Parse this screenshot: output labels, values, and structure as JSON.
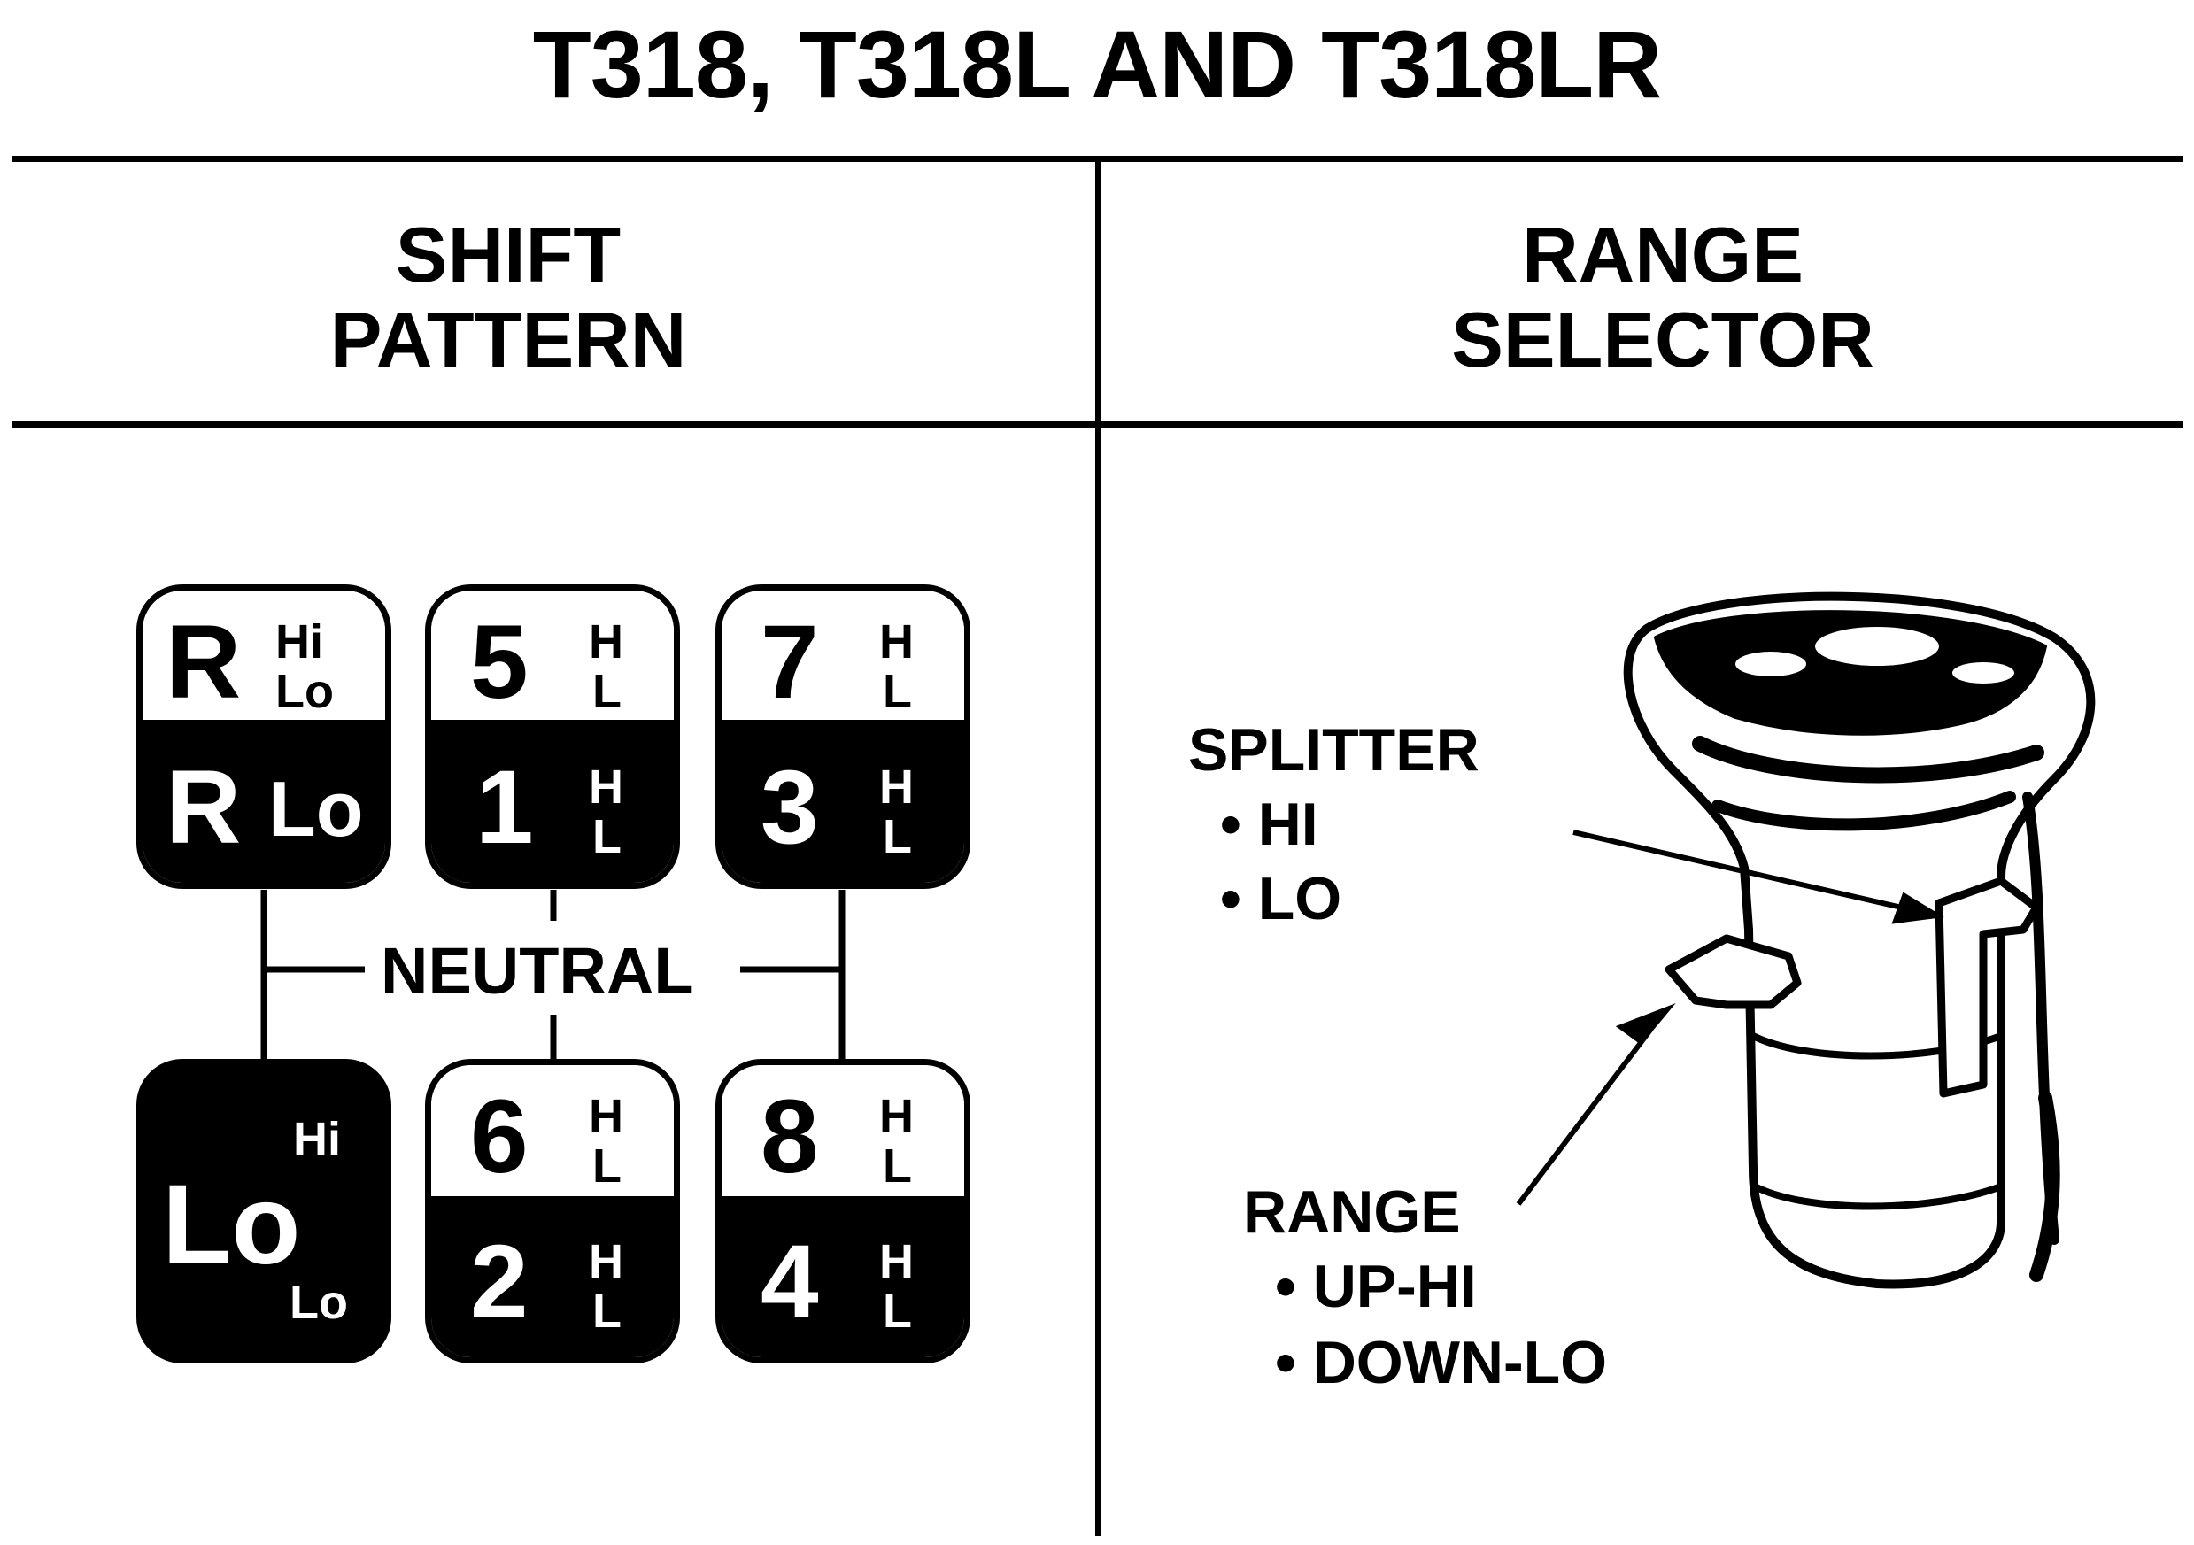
{
  "title": "T318, T318L AND T318LR",
  "left_header": [
    "SHIFT",
    "PATTERN"
  ],
  "right_header": [
    "RANGE",
    "SELECTOR"
  ],
  "shift_pattern": {
    "neutral_label": "NEUTRAL",
    "gate_R": {
      "top_big": "R",
      "top_hi": "Hi",
      "top_lo": "Lo",
      "bot_big": "R",
      "bot_small": "Lo"
    },
    "gate_5_1": {
      "top_big": "5",
      "top_h": "H",
      "top_l": "L",
      "bot_big": "1",
      "bot_h": "H",
      "bot_l": "L"
    },
    "gate_7_3": {
      "top_big": "7",
      "top_h": "H",
      "top_l": "L",
      "bot_big": "3",
      "bot_h": "H",
      "bot_l": "L"
    },
    "gate_Lo": {
      "big": "Lo",
      "hi": "Hi",
      "lo": "Lo"
    },
    "gate_6_2": {
      "top_big": "6",
      "top_h": "H",
      "top_l": "L",
      "bot_big": "2",
      "bot_h": "H",
      "bot_l": "L"
    },
    "gate_8_4": {
      "top_big": "8",
      "top_h": "H",
      "top_l": "L",
      "bot_big": "4",
      "bot_h": "H",
      "bot_l": "L"
    }
  },
  "range_selector": {
    "splitter_label": "SPLITTER",
    "splitter_options": [
      "• HI",
      "• LO"
    ],
    "range_label": "RANGE",
    "range_options": [
      "• UP-HI",
      "• DOWN-LO"
    ],
    "knob_icon": "shift-knob-icon"
  }
}
